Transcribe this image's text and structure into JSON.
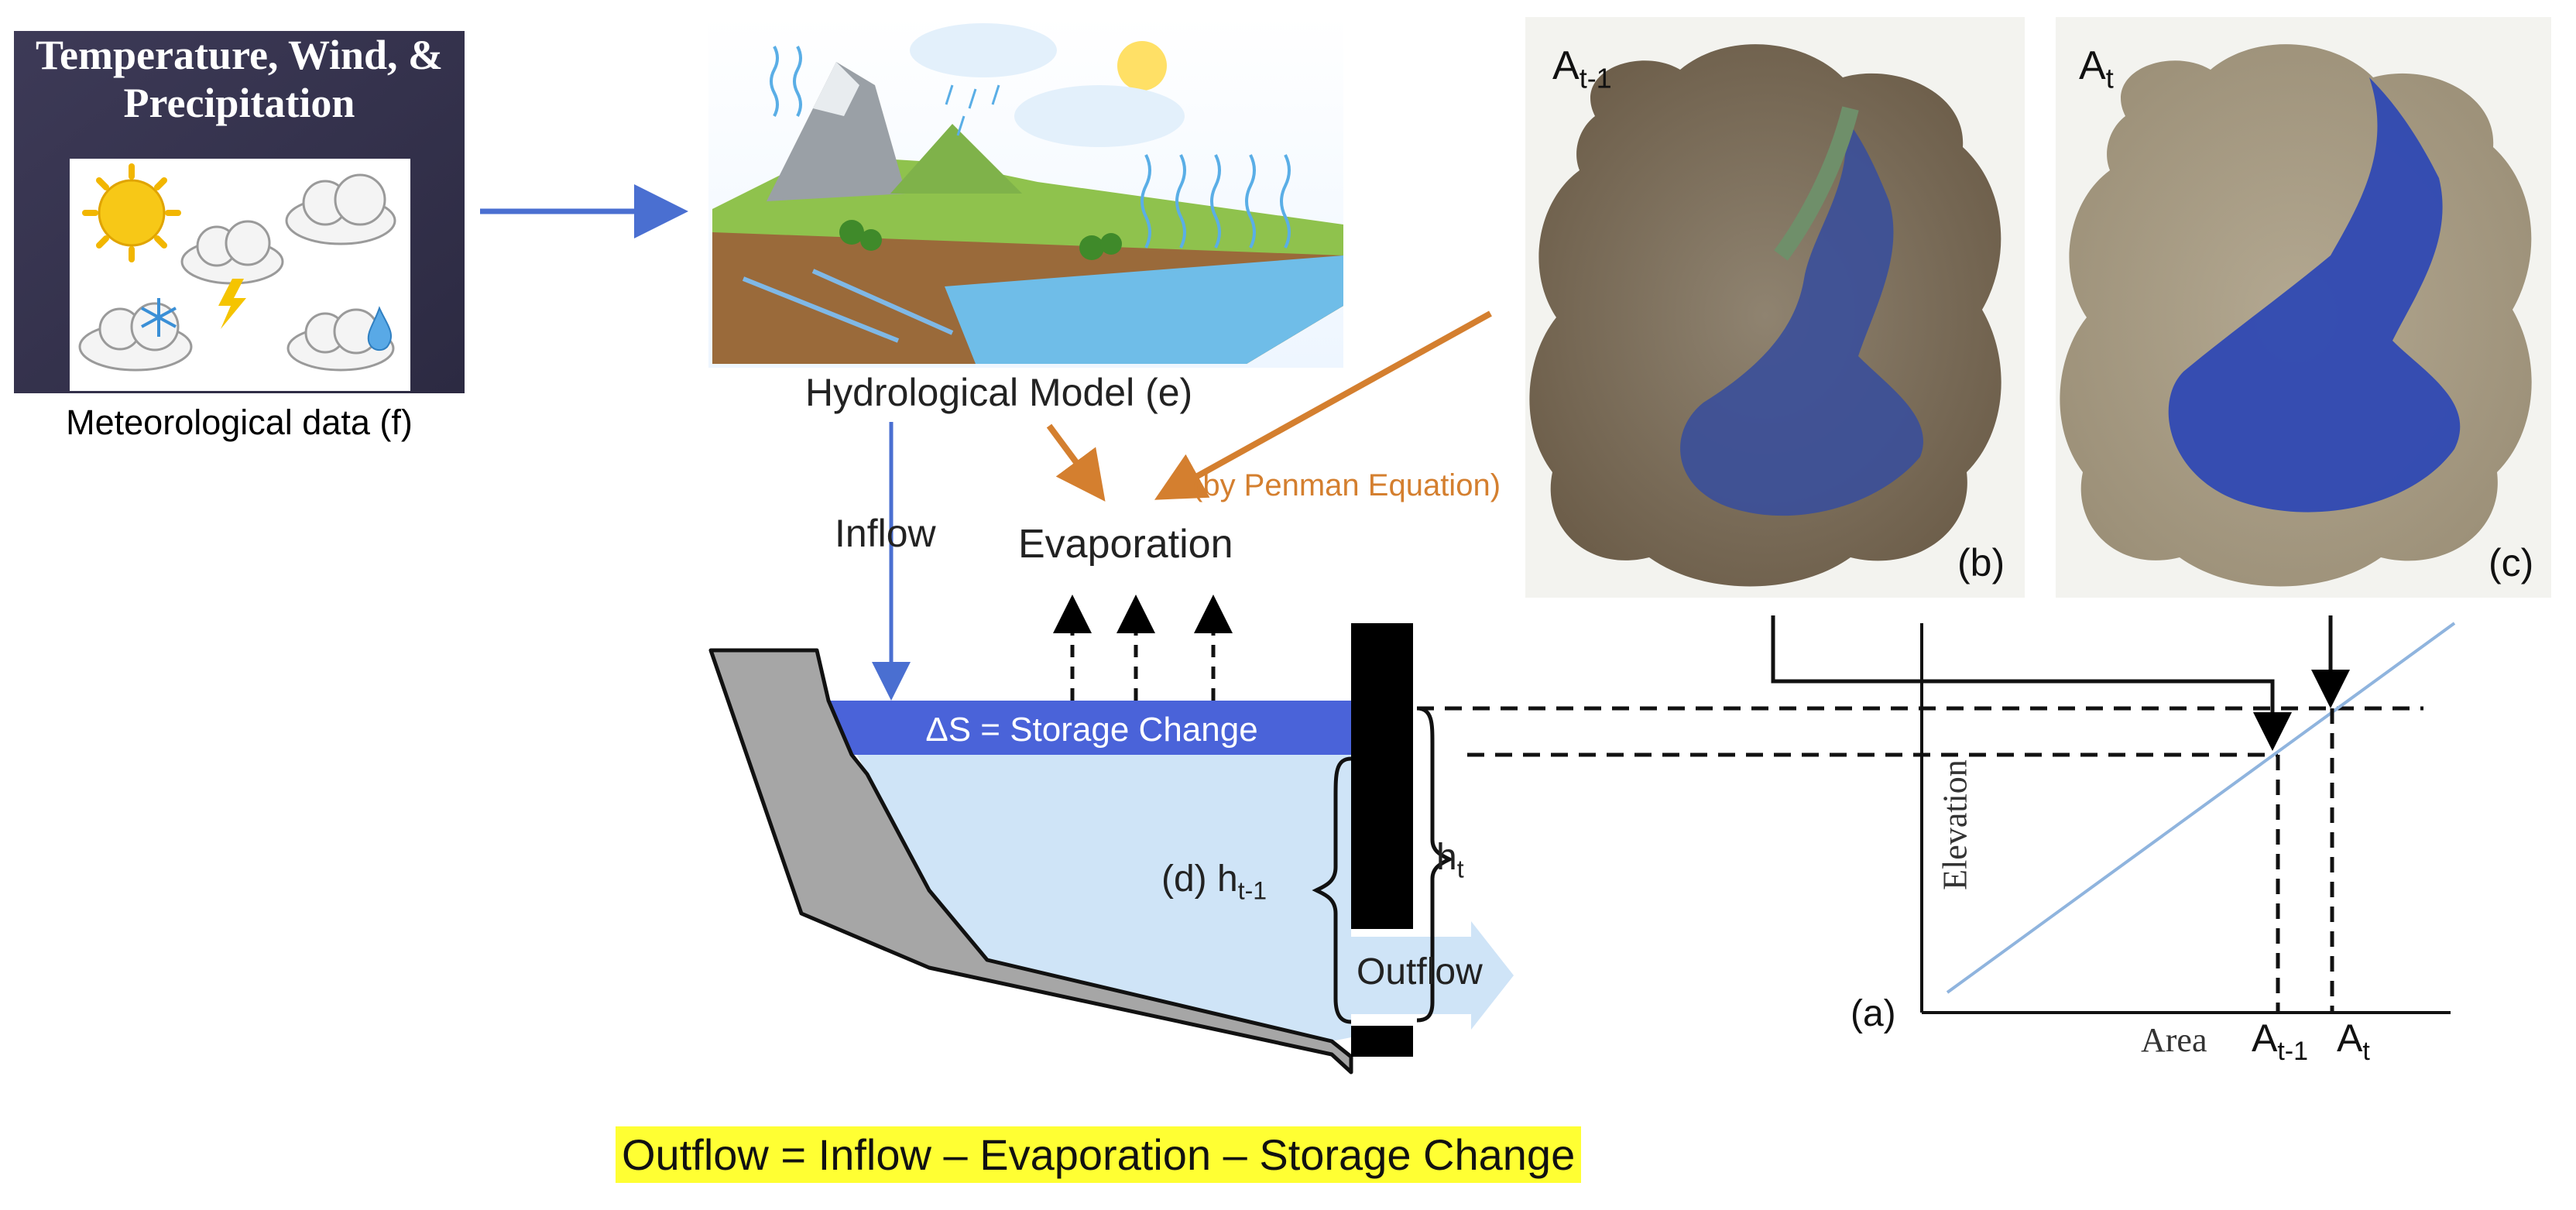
{
  "meteorological": {
    "title": "Temperature, Wind, & Precipitation",
    "caption": "Meteorological data (f)"
  },
  "hydrological_model": {
    "caption": "Hydrological Model (e)"
  },
  "labels": {
    "inflow": "Inflow",
    "evaporation": "Evaporation",
    "penman": "(by Penman Equation)",
    "storage_change": "ΔS = Storage Change",
    "h_prev_prefix": "(d) h",
    "h_prev_sub": "t-1",
    "h_curr": "h",
    "h_curr_sub": "t",
    "outflow": "Outflow"
  },
  "satellite": {
    "prev_tag": "A",
    "prev_sub": "t-1",
    "curr_tag": "A",
    "curr_sub": "t",
    "panel_b": "(b)",
    "panel_c": "(c)"
  },
  "area_elevation_chart": {
    "panel": "(a)",
    "ylabel": "Elevation",
    "xlabel": "Area",
    "tick_prev": "A",
    "tick_prev_sub": "t-1",
    "tick_curr": "A",
    "tick_curr_sub": "t"
  },
  "equation": "Outflow = Inflow – Evaporation – Storage Change",
  "colors": {
    "arrow_blue": "#4a6fd1",
    "arrow_orange": "#d47f2f",
    "water_light": "#cfe4f7",
    "water_dark": "#4a63d9",
    "dam_grey": "#a6a6a6",
    "highlight": "#ffff33"
  }
}
